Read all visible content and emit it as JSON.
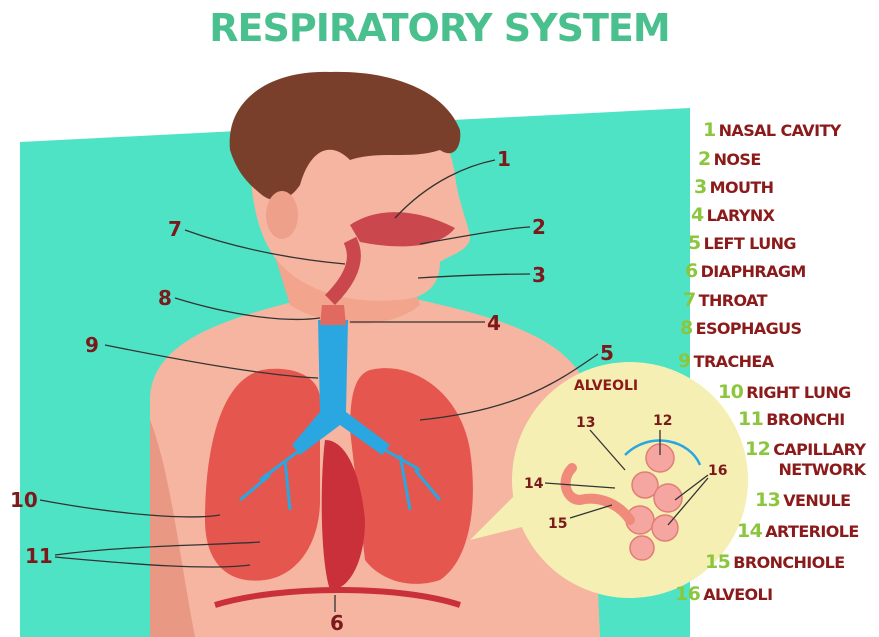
{
  "title": "RESPIRATORY SYSTEM",
  "inset_label": "ALVEOLI",
  "callouts": [
    "1",
    "2",
    "3",
    "4",
    "5",
    "6",
    "7",
    "8",
    "9",
    "10",
    "11"
  ],
  "inset_callouts": [
    "12",
    "13",
    "14",
    "15",
    "16"
  ],
  "legend": [
    {
      "num": "1",
      "label": "NASAL CAVITY"
    },
    {
      "num": "2",
      "label": "NOSE"
    },
    {
      "num": "3",
      "label": "MOUTH"
    },
    {
      "num": "4",
      "label": "LARYNX"
    },
    {
      "num": "5",
      "label": "LEFT LUNG"
    },
    {
      "num": "6",
      "label": "DIAPHRAGM"
    },
    {
      "num": "7",
      "label": "THROAT"
    },
    {
      "num": "8",
      "label": "ESOPHAGUS"
    },
    {
      "num": "9",
      "label": "TRACHEA"
    },
    {
      "num": "10",
      "label": "RIGHT LUNG"
    },
    {
      "num": "11",
      "label": "BRONCHI"
    },
    {
      "num": "12",
      "label": "CAPILLARY",
      "label2": "NETWORK"
    },
    {
      "num": "13",
      "label": "VENULE"
    },
    {
      "num": "14",
      "label": "ARTERIOLE"
    },
    {
      "num": "15",
      "label": "BRONCHIOLE"
    },
    {
      "num": "16",
      "label": "ALVEOLI"
    }
  ],
  "colors": {
    "title": "#49c08d",
    "background_panel": "#4fe3c6",
    "label_number": "#8cc63f",
    "label_text": "#8b1a1a",
    "skin": "#f6b5a0",
    "hair": "#7a3f2a",
    "lung": "#e5564f",
    "trachea": "#2aa7e0"
  }
}
